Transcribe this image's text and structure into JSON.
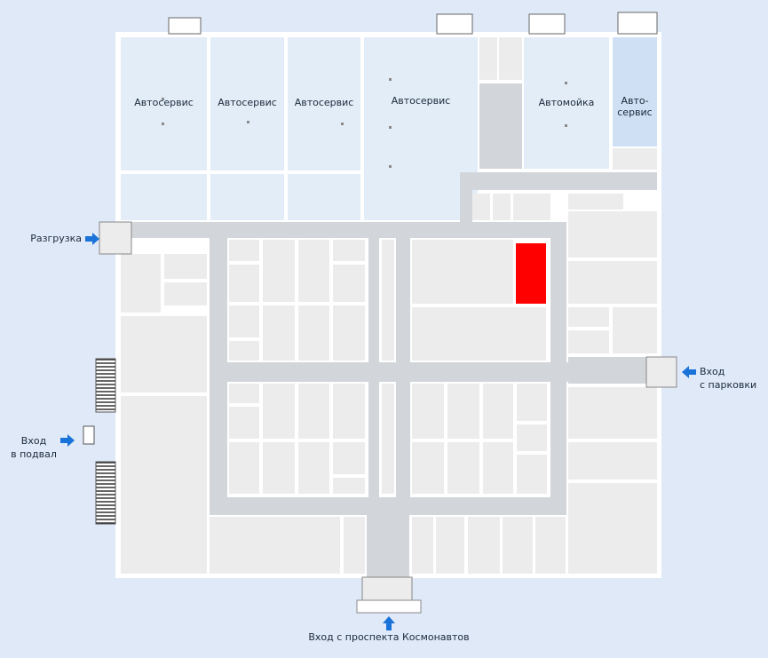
{
  "plan": {
    "colors": {
      "background": "#dfe9f7",
      "wall": "#ffffff",
      "room": "#ececec",
      "corridor": "#d2d6da",
      "service": "#e3edf8",
      "service_alt": "#cfe0f5",
      "highlight": "#ff0000",
      "arrow": "#1a73d9"
    },
    "service_labels": {
      "s1": "Автосервис",
      "s2": "Автосервис",
      "s3": "Автосервис",
      "s4": "Автосервис",
      "wash": "Автомойка",
      "s6_line1": "Авто-",
      "s6_line2": "сервис"
    },
    "entrances": {
      "unloading": "Разгрузка",
      "parking_line1": "Вход",
      "parking_line2": "с парковки",
      "basement_line1": "Вход",
      "basement_line2": "в подвал",
      "main": "Вход с проспекта Космонавтов"
    },
    "icons": {
      "arrow": "arrow-icon",
      "stairs": "stairs-icon",
      "door": "door-icon"
    }
  }
}
